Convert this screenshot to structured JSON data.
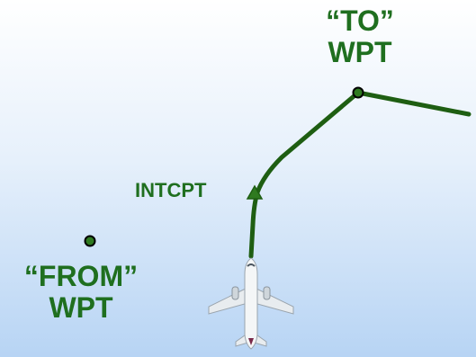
{
  "waypoints": {
    "to": {
      "line1": "“TO”",
      "line2": "WPT"
    },
    "from": {
      "line1": "“FROM”",
      "line2": "WPT"
    },
    "intercept": {
      "label": "INTCPT"
    }
  },
  "colors": {
    "label_text": "#1f6f1f",
    "route_line": "#1e5e12",
    "waypoint_fill": "#2f7a20",
    "waypoint_stroke": "#000000",
    "background_top": "#ffffff",
    "background_bottom": "#b7d4f4"
  },
  "icons": {
    "aircraft": "airplane-icon",
    "waypoint": "waypoint-dot-icon",
    "intercept": "triangle-icon"
  }
}
